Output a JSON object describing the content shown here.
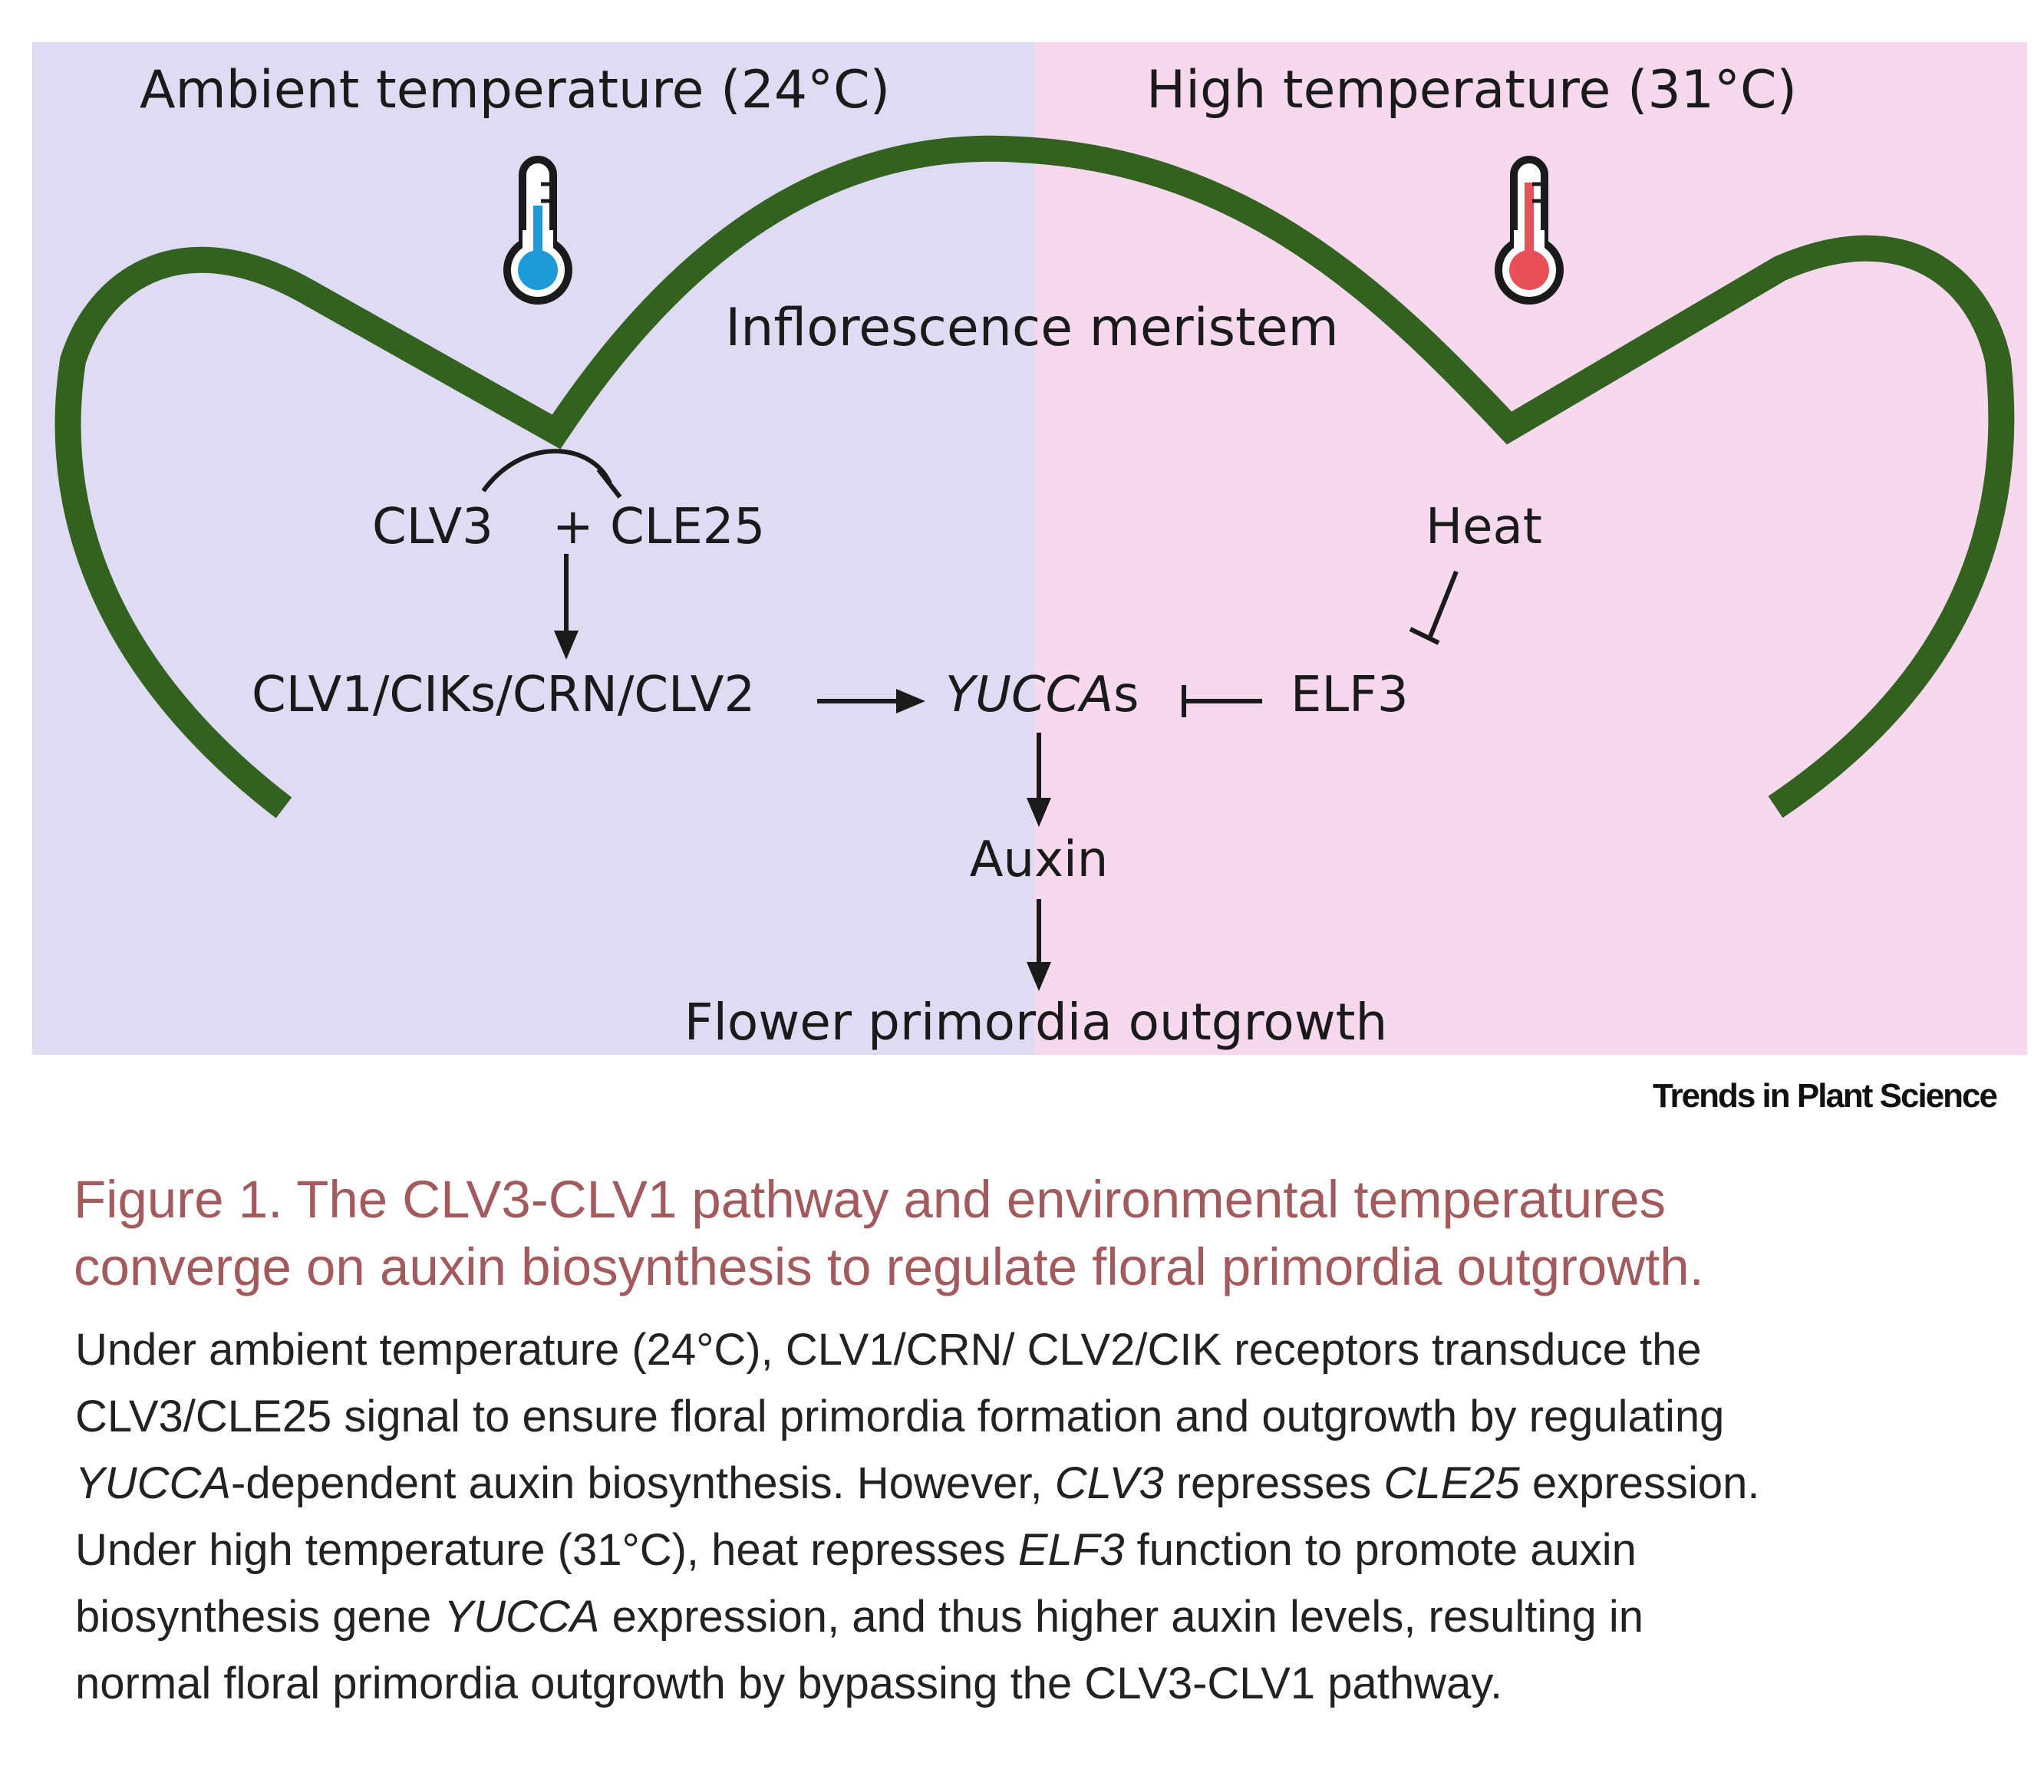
{
  "colors": {
    "ambient_panel": "#dedbf2",
    "high_panel": "#f7d9ee",
    "meristem": "#336120",
    "cold_bulb": "#1f9ad8",
    "hot_bulb": "#e8505a",
    "caption_title": "#a35a5c"
  },
  "diagram": {
    "ambient_label": "Ambient temperature (24°C)",
    "high_label": "High temperature (31°C)",
    "meristem_label": "Inflorescence meristem",
    "clv3": "CLV3",
    "plus": "+",
    "cle25": "CLE25",
    "heat": "Heat",
    "receptors": "CLV1/CIKs/CRN/CLV2",
    "yucca_italic": "YUCCA",
    "yucca_suffix": "s",
    "elf3": "ELF3",
    "auxin": "Auxin",
    "outgrowth": "Flower primordia outgrowth",
    "icons": [
      "thermometer-cold-icon",
      "thermometer-hot-icon"
    ]
  },
  "brand": "Trends in Plant Science",
  "caption": {
    "title_line1": "Figure 1. The CLV3-CLV1 pathway and environmental temperatures",
    "title_line2": "converge on auxin biosynthesis to regulate floral primordia outgrowth.",
    "l1": "Under ambient temperature (24°C), CLV1/CRN/ CLV2/CIK receptors transduce the",
    "l2": "CLV3/CLE25 signal to ensure floral primordia formation and outgrowth by regulating",
    "l3_i1": "YUCCA",
    "l3_t1": "-dependent auxin biosynthesis. However, ",
    "l3_i2": "CLV3",
    "l3_t2": " represses ",
    "l3_i3": "CLE25",
    "l3_t3": " expression.",
    "l4_t1": "Under high  temperature (31°C), heat represses ",
    "l4_i1": "ELF3",
    "l4_t2": " function to promote auxin",
    "l5_t1": "biosynthesis gene ",
    "l5_i1": "YUCCA",
    "l5_t2": " expression,  and thus higher auxin levels, resulting in",
    "l6": "normal floral primordia outgrowth by bypassing the CLV3-CLV1 pathway."
  }
}
